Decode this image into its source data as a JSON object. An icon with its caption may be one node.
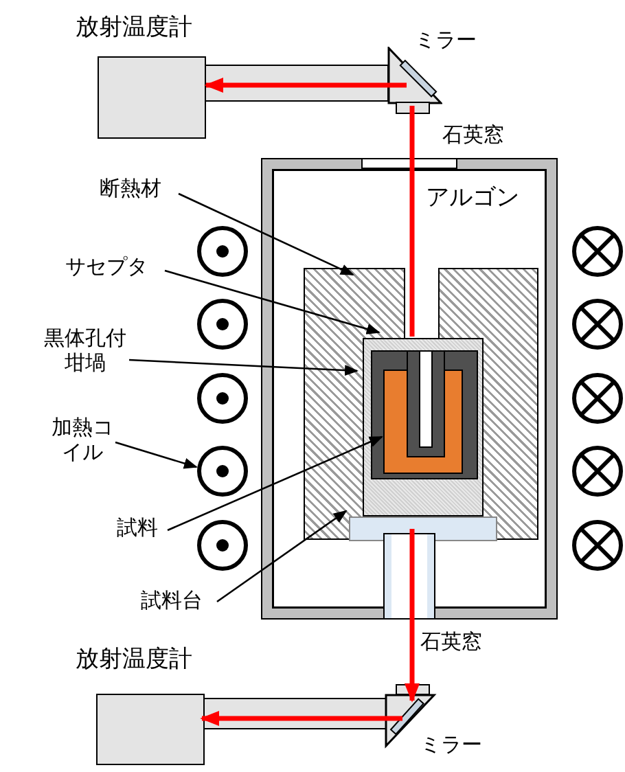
{
  "diagram": {
    "nodes": [
      {
        "text": [
          "放射温度計"
        ]
      },
      {
        "text": [
          "ミラー"
        ]
      },
      {
        "text": [
          "石英窓"
        ]
      },
      {
        "text": [
          "アルゴン"
        ]
      },
      {
        "text": [
          "断熱材"
        ]
      },
      {
        "text": [],
        "shape": "box",
        "in": 3
      },
      {
        "text": [
          "サセプタ"
        ]
      },
      {
        "text": [],
        "shape": "box",
        "in": 5
      },
      {
        "text": [
          "黒体孔付坩堝"
        ]
      },
      {
        "text": [],
        "shape": "box",
        "in": 7
      },
      {
        "text": [
          "加熱コイル"
        ]
      },
      {
        "text": [],
        "shape": "circle"
      },
      {
        "text": [
          "試料"
        ]
      },
      {
        "text": [],
        "shape": "box",
        "in": 9
      },
      {
        "text": [
          "試料台"
        ]
      },
      {
        "text": [],
        "shape": "box",
        "in": 5
      },
      {
        "text": [
          "石英窓"
        ]
      },
      {
        "text": [
          "ミラー"
        ]
      },
      {
        "text": [
          "放射温度計"
        ]
      }
    ],
    "edges": [
      {
        "from": 4,
        "to": 5,
        "arrow": "to"
      },
      {
        "from": 6,
        "to": 7,
        "arrow": "to"
      },
      {
        "from": 8,
        "to": 9,
        "arrow": "to"
      },
      {
        "from": 10,
        "to": 11,
        "arrow": "to"
      },
      {
        "from": 12,
        "to": 13,
        "arrow": "to"
      },
      {
        "from": 14,
        "to": 15,
        "arrow": "to"
      },
      {
        "from": 9,
        "to": 1,
        "arrow": "none",
        "style": "thick",
        "color": "#ff0000"
      },
      {
        "from": 1,
        "to": 0,
        "arrow": "to",
        "style": "thick",
        "color": "#ff0000"
      },
      {
        "from": 15,
        "to": 17,
        "arrow": "to",
        "style": "thick",
        "color": "#ff0000"
      },
      {
        "from": 17,
        "to": 18,
        "arrow": "to",
        "style": "thick",
        "color": "#ff0000"
      }
    ]
  }
}
